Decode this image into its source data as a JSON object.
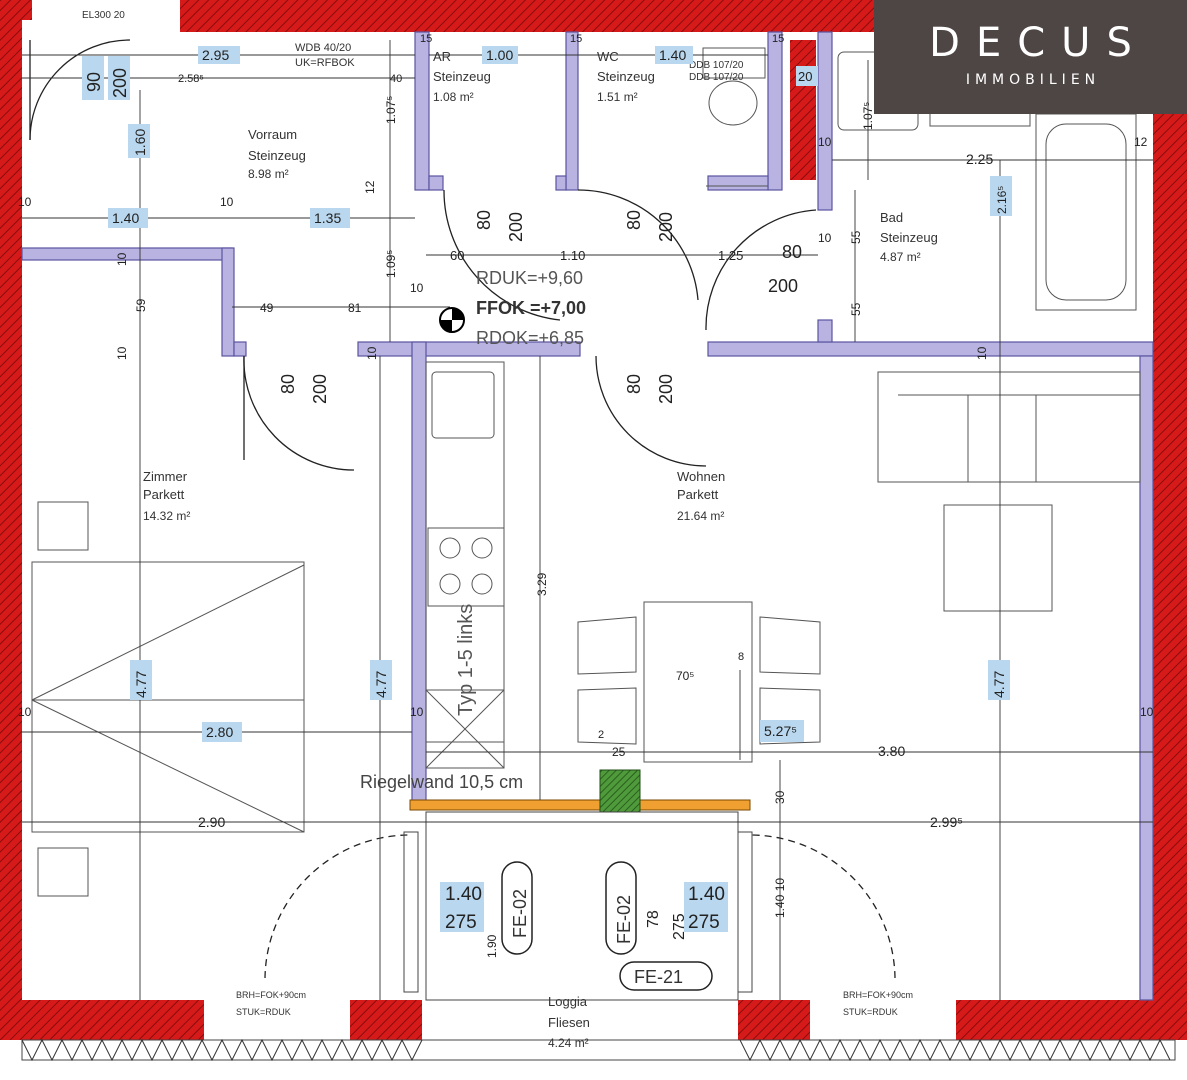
{
  "logo": {
    "brand": "DECUS",
    "subtitle": "IMMOBILIEN"
  },
  "rooms": [
    {
      "id": "vorraum",
      "name": "Vorraum",
      "floor": "Steinzeug",
      "area": "8.98 m²"
    },
    {
      "id": "ar",
      "name": "AR",
      "floor": "Steinzeug",
      "area": "1.08 m²"
    },
    {
      "id": "wc",
      "name": "WC",
      "floor": "Steinzeug",
      "area": "1.51 m²"
    },
    {
      "id": "bad",
      "name": "Bad",
      "floor": "Steinzeug",
      "area": "4.87 m²"
    },
    {
      "id": "zimmer",
      "name": "Zimmer",
      "floor": "Parkett",
      "area": "14.32 m²"
    },
    {
      "id": "wohnen",
      "name": "Wohnen",
      "floor": "Parkett",
      "area": "21.64 m²"
    },
    {
      "id": "loggia",
      "name": "Loggia",
      "floor": "Fliesen",
      "area": "4.24 m²"
    }
  ],
  "levels": {
    "rduk": "RDUK=+9,60",
    "ffok": "FFOK =+7,00",
    "rdok": "RDOK=+6,85"
  },
  "notes": {
    "wdb1": "WDB 40/20",
    "wdb2": "UK=RFBOK",
    "ddb1": "DDB 107/20",
    "ddb2": "DDB 107/20",
    "riegelwand": "Riegelwand 10,5 cm",
    "typ": "Typ 1-5 links",
    "fe02": "FE-02",
    "fe21": "FE-21",
    "brh1": "BRH=FOK+90cm",
    "brh2": "STUK=RDUK",
    "eladj": "EL300 20"
  },
  "dims": {
    "d295": "2.95",
    "d100": "1.00",
    "d140": "1.40",
    "d258": "2.58⁵",
    "d40": "40",
    "d107a": "1.07⁵",
    "d107b": "1.07⁵",
    "d90": "90",
    "d200": "200",
    "d160": "1.60",
    "d12": "12",
    "d10": "10",
    "d20": "20",
    "d15": "15",
    "d225": "2.25",
    "d216": "2.16⁵",
    "d135": "1.35",
    "d80": "80",
    "d60": "60",
    "d110": "1.10",
    "d125": "1.25",
    "d55": "55",
    "d109": "1.09⁵",
    "d49": "49",
    "d81": "81",
    "d59": "59",
    "d329": "3.29",
    "d477": "4.77",
    "d280": "2.80",
    "d380": "3.80",
    "d527": "5.27⁵",
    "d290": "2.90",
    "d299": "2.99⁵",
    "d705": "70⁵",
    "d8": "8",
    "d2": "2",
    "d25": "25",
    "d30": "30",
    "d275": "275",
    "d190": "1.90",
    "d78": "78",
    "d1405": "1.40 10"
  }
}
